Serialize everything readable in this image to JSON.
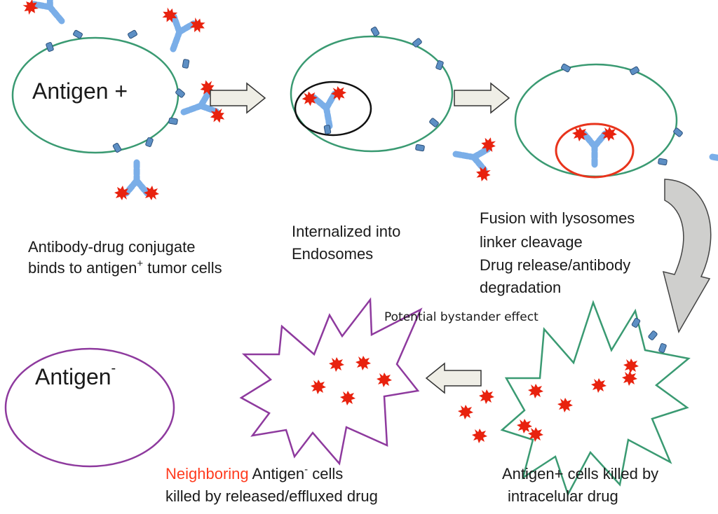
{
  "colors": {
    "antigen_pos_membrane": "#3a9a72",
    "antigen_neg_membrane": "#8e3a9e",
    "endosome": "#111111",
    "lysosome": "#e8341c",
    "antibody": "#7aaee8",
    "receptor": "#5d8fc4",
    "drug": "#e8220e",
    "arrow_fill": "#efeee6",
    "curved_arrow_fill": "#cfcfcd",
    "highlight": "#ff3b1f"
  },
  "labels": {
    "antigen_pos": "Antigen +",
    "antigen_neg": "Antigen",
    "antigen_neg_sup": "-",
    "step1_line1": "Antibody-drug conjugate",
    "step1_line2": "binds to antigen",
    "step1_sup": "+",
    "step1_line2_end": " tumor cells",
    "step2_line1": "Internalized into",
    "step2_line2": "Endosomes",
    "step3_line1": "Fusion with lysosomes",
    "step3_line2": "linker cleavage",
    "step3_line3": "Drug release/antibody",
    "step3_line4": "degradation",
    "bystander": "Potential bystander effect",
    "killed_neg_highlight": "Neighboring",
    "killed_neg_line1": " Antigen",
    "killed_neg_sup": "-",
    "killed_neg_line1_end": " cells",
    "killed_neg_line2": "killed by released/effluxed drug",
    "killed_pos_line1": "Antigen+ cells killed by",
    "killed_pos_line2": "intracelular drug"
  },
  "icons": [
    "antibody-drug-conjugate-icon",
    "antigen-receptor-icon",
    "drug-payload-icon",
    "process-arrow-icon"
  ]
}
